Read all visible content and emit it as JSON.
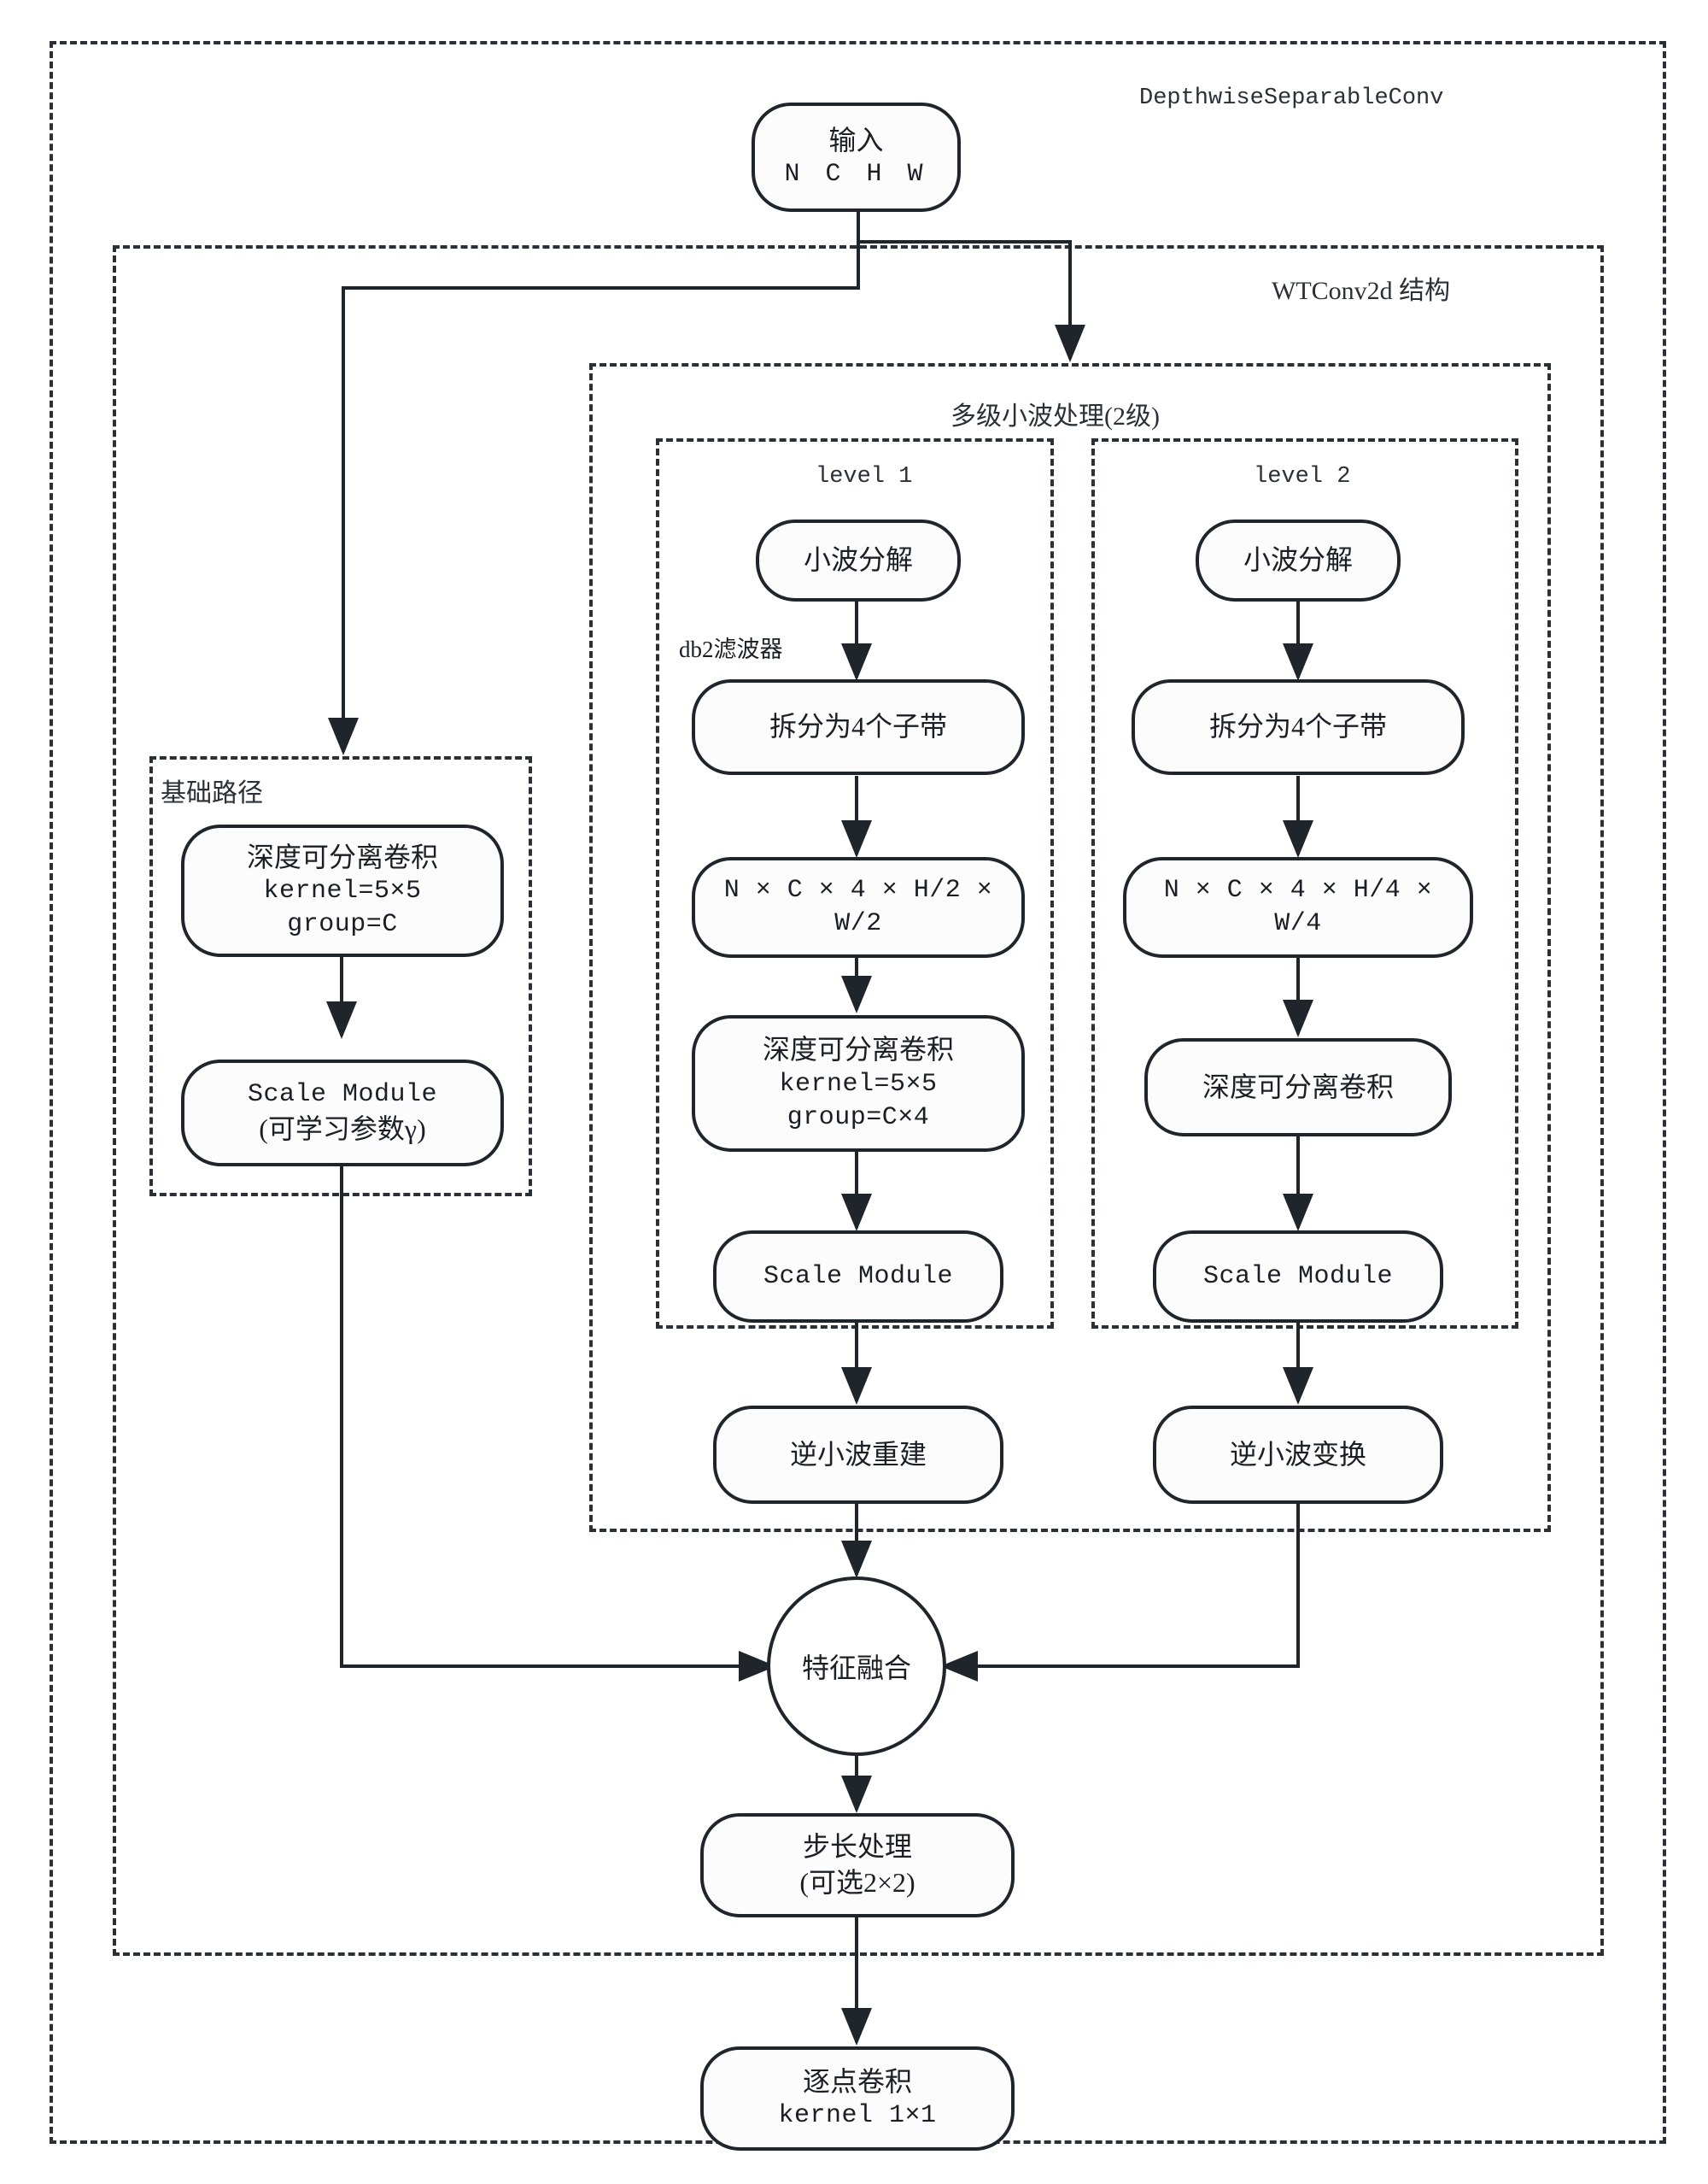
{
  "diagram": {
    "outer_label": "DepthwiseSeparableConv",
    "wtconv_label": "WTConv2d 结构",
    "multilevel_label": "多级小波处理(2级)",
    "base_path_label": "基础路径",
    "level1_label": "level 1",
    "level2_label": "level 2",
    "db2_edge_label": "db2滤波器"
  },
  "nodes": {
    "input": {
      "line1": "输入",
      "line2": "N C H W"
    },
    "base_dwconv": {
      "line1": "深度可分离卷积",
      "line2": "kernel=5×5",
      "line3": "group=C"
    },
    "base_scale": {
      "line1": "Scale Module",
      "line2": "(可学习参数γ)"
    },
    "l1_decompose": {
      "line1": "小波分解"
    },
    "l1_split": {
      "line1": "拆分为4个子带"
    },
    "l1_shape": {
      "line1": "N × C × 4 × H/2 ×",
      "line2": "W/2"
    },
    "l1_dwconv": {
      "line1": "深度可分离卷积",
      "line2": "kernel=5×5",
      "line3": "group=C×4"
    },
    "l1_scale": {
      "line1": "Scale Module"
    },
    "l1_inverse": {
      "line1": "逆小波重建"
    },
    "l2_decompose": {
      "line1": "小波分解"
    },
    "l2_split": {
      "line1": "拆分为4个子带"
    },
    "l2_shape": {
      "line1": "N × C × 4 × H/4 ×",
      "line2": "W/4"
    },
    "l2_dwconv": {
      "line1": "深度可分离卷积"
    },
    "l2_scale": {
      "line1": "Scale Module"
    },
    "l2_inverse": {
      "line1": "逆小波变换"
    },
    "fusion": {
      "line1": "特征融合"
    },
    "stride": {
      "line1": "步长处理",
      "line2": "(可选2×2)"
    },
    "pointwise": {
      "line1": "逐点卷积",
      "line2": "kernel 1×1"
    }
  },
  "colors": {
    "stroke": "#20242b",
    "dashed": "#2b2f36",
    "background": "#ffffff",
    "node_fill": "#fcfcfc"
  }
}
